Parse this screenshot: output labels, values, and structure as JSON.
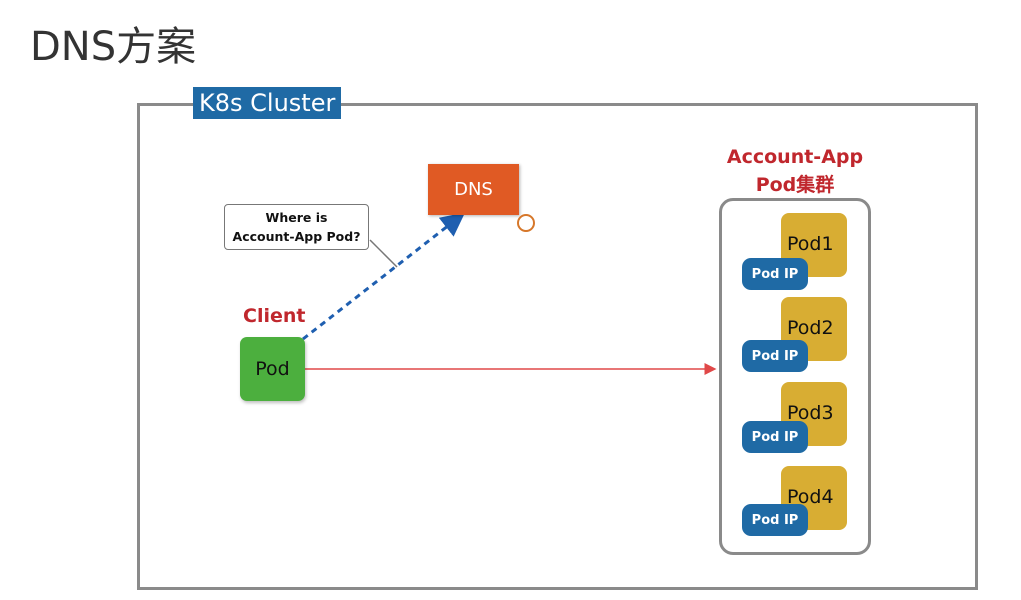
{
  "title": "DNS方案",
  "cluster": {
    "label": "K8s Cluster"
  },
  "dns": {
    "label": "DNS"
  },
  "bubble": {
    "line1": "Where is",
    "line2": "Account-App Pod?"
  },
  "client": {
    "label": "Client",
    "pod_label": "Pod"
  },
  "app": {
    "label_line1": "Account-App",
    "label_line2": "Pod集群",
    "pods": [
      {
        "name": "Pod1",
        "ip_label": "Pod IP"
      },
      {
        "name": "Pod2",
        "ip_label": "Pod IP"
      },
      {
        "name": "Pod3",
        "ip_label": "Pod IP"
      },
      {
        "name": "Pod4",
        "ip_label": "Pod IP"
      }
    ]
  },
  "colors": {
    "cluster_label_bg": "#1f6aa5",
    "dns_bg": "#e05a24",
    "client_pod_bg": "#4caf3e",
    "pod_bg": "#d8ad33",
    "pod_ip_bg": "#1f6aa5",
    "label_red": "#c0272d",
    "dns_query_arrow": "#1f5fb0",
    "request_arrow": "#e04848"
  }
}
